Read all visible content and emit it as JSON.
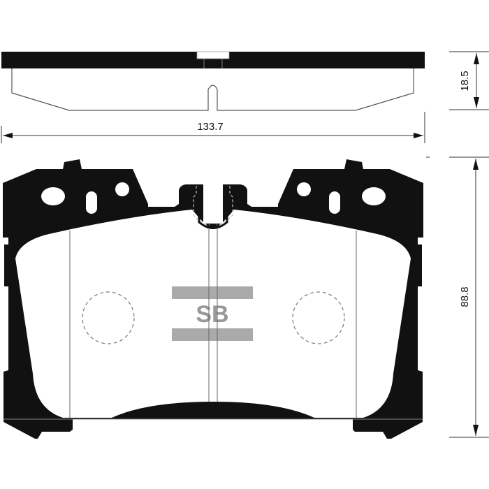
{
  "diagram": {
    "subject": "brake pad technical drawing",
    "views": [
      "side-view",
      "front-view"
    ],
    "dimensions": {
      "width": "133.7",
      "thickness": "18.5",
      "height": "88.8"
    },
    "logo": {
      "text": "SB",
      "color": "#999999"
    },
    "colors": {
      "backing_plate": "#111111",
      "friction_material": "#ffffff",
      "lines": "#444444",
      "wear_sensor_dashes": "#777777"
    }
  }
}
